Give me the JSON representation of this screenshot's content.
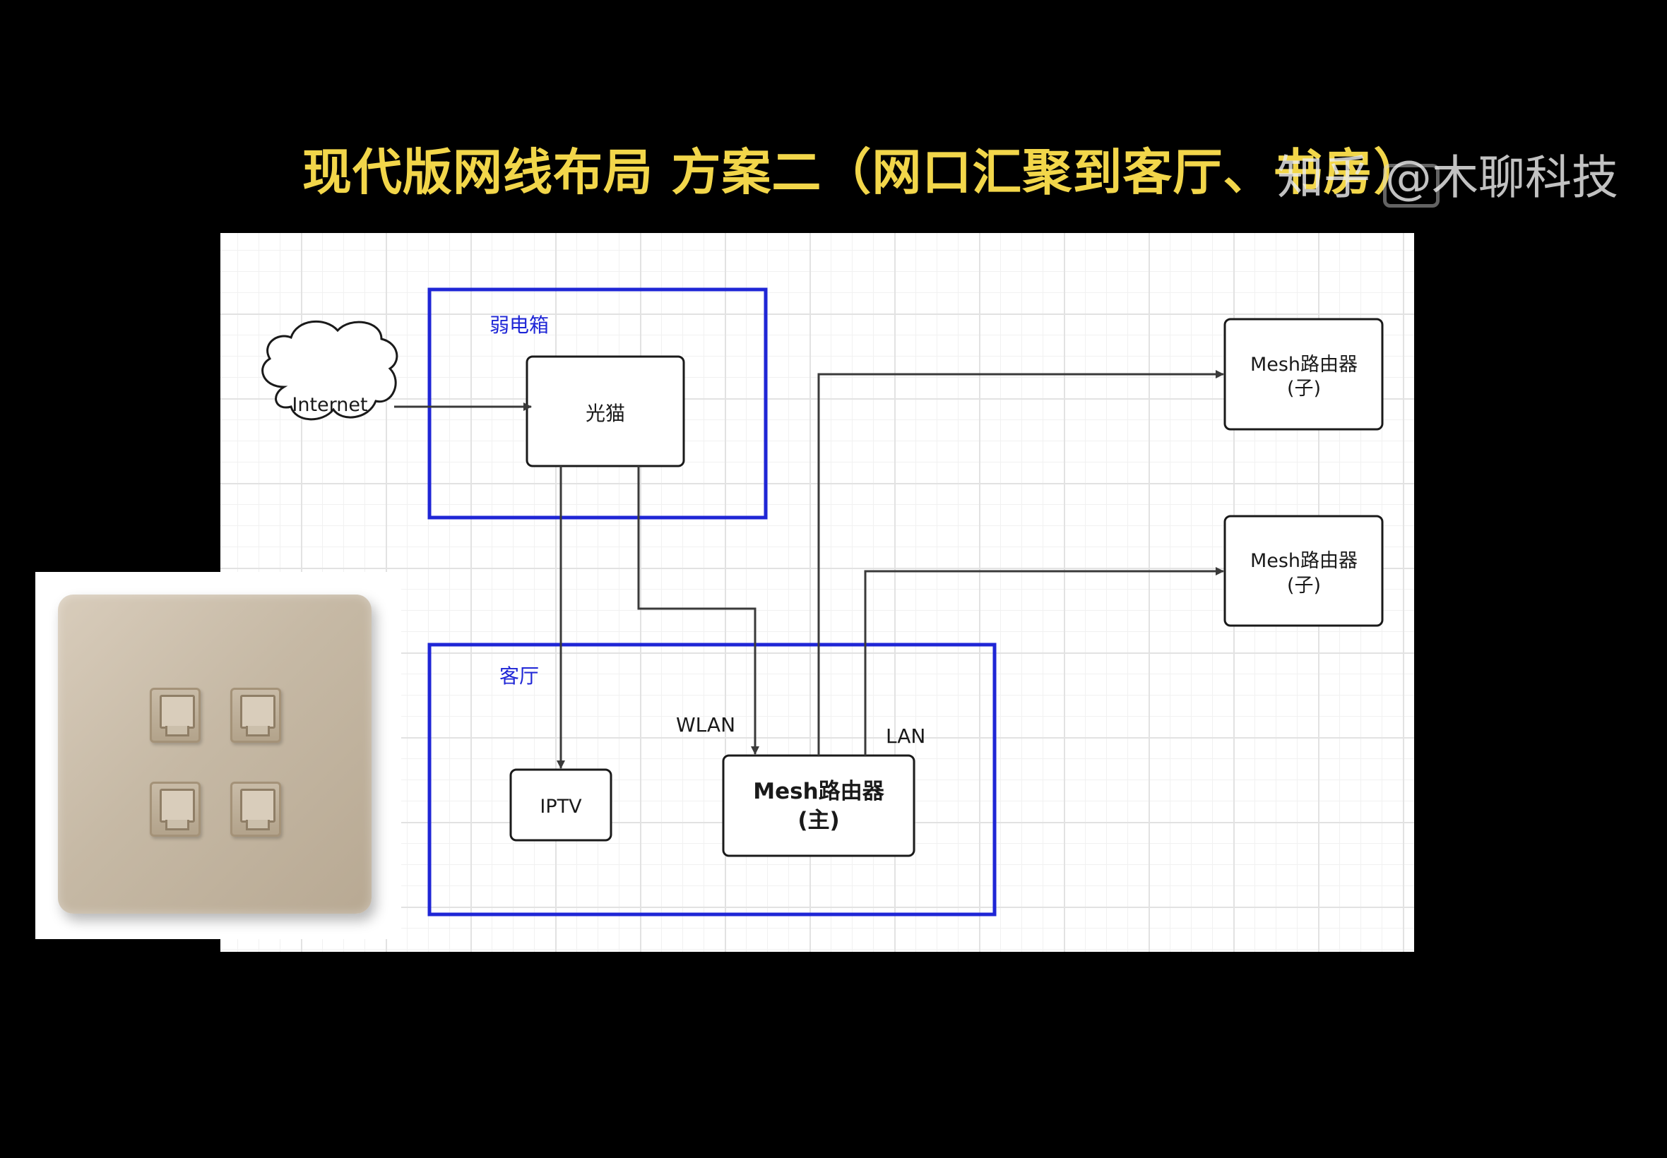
{
  "header": {
    "title": "现代版网线布局 方案二（网口汇聚到客厅、书房）",
    "watermark": "知乎 @木聊科技"
  },
  "diagram": {
    "groups": {
      "weak_box": "弱电箱",
      "living_room": "客厅"
    },
    "nodes": {
      "internet": "Internet",
      "modem": "光猫",
      "iptv": "IPTV",
      "mesh_main_line1": "Mesh路由器",
      "mesh_main_line2": "(主)",
      "mesh_sub1_line1": "Mesh路由器",
      "mesh_sub1_line2": "(子)",
      "mesh_sub2_line1": "Mesh路由器",
      "mesh_sub2_line2": "(子)"
    },
    "edge_labels": {
      "wlan": "WLAN",
      "lan": "LAN"
    },
    "colors": {
      "group_border": "#1f26d6",
      "title": "#f2d64a",
      "line": "#3a3a3a"
    }
  },
  "inset_photo": {
    "icon": "wall-panel-4-ethernet-ports"
  }
}
